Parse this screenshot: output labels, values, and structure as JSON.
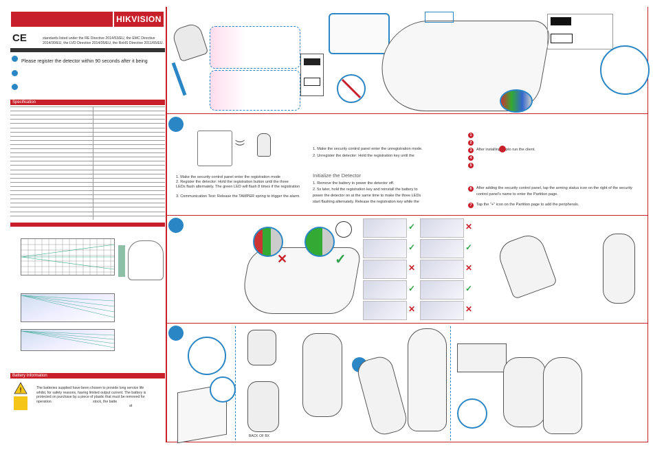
{
  "brand": {
    "name": "HIKVISION"
  },
  "compliance": {
    "ce_mark": "CE",
    "line1": "standards listed under the RE Directive 2014/53/EU, the EMC Directive",
    "line2": "2014/30/EU, the LVD Directive 2014/35/EU,  the RoHS Directive 2011/65/EU."
  },
  "notice": {
    "register_text": "Please register the detector within 90 seconds after it being"
  },
  "sections": {
    "specification": "Specification",
    "battery": "Battery Information"
  },
  "battery": {
    "text_line1": "The batteries supplied have been chosen to provide long service life",
    "text_line2": "whilst, for safety reasons, having limited output current. The battery is",
    "text_line3": "protected on purchase by a piece of plastic that must be removed for",
    "text_line4": "operation.",
    "text_line5": "stock, the batte",
    "text_line6": "at"
  },
  "step2": {
    "register_col": {
      "l1": "1. Make the security control panel enter the registration mode",
      "l2": "2. Register the detector: Hold the registration button until the three",
      "l3": "LEDs flash alternately. The green LED will flash 8 times if the registration",
      "l4": "3. Communication Test: Release the TAMPER spring to trigger the alarm."
    },
    "unregister_col": {
      "l1": "1. Make the security control panel enter the unregistration mode.",
      "l2": "2. Unregister the detector: Hold the registration key until the",
      "init_title": "Initialize the Detector",
      "i1": "1. Remove the battery to power the detector off.",
      "i2": "2. 5s later, hold the registration key and reinstall the battery to",
      "i3": "power the detector on at the same time to make the three LEDs",
      "i4": "start flashing alternately. Release the registration key while the"
    },
    "app_col": {
      "n1": "1",
      "n2": "2",
      "n3": "3",
      "n4": "4",
      "n5": "5",
      "n6": "6",
      "n7": "7",
      "s3": "After installing, tap",
      "s3b": "to run the client.",
      "s6a": "After adding the security control panel, tap the arming status icon on the right of the security",
      "s6b": "control panel's name to enter the Partition page.",
      "s7": "Tap the \"+\" icon on the Partition page to add the peripherals."
    }
  },
  "step4": {
    "back_label": "BACK OF BX"
  },
  "colors": {
    "accent": "#c8202a",
    "blue": "#2b86c5"
  }
}
